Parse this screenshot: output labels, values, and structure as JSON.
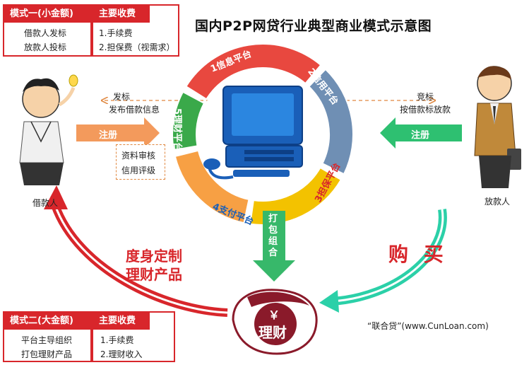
{
  "title": "国内P2P网贷行业典型商业模式示意图",
  "mode1": {
    "header": "模式一(小金额)",
    "lines": [
      "借款人发标",
      "放款人投标"
    ],
    "fee_header": "主要收费",
    "fees": [
      "1.手续费",
      "2.担保费（视需求）"
    ]
  },
  "mode2": {
    "header": "模式二(大金额)",
    "lines": [
      "平台主导组织",
      "打包理财产品"
    ],
    "fee_header": "主要收费",
    "fees": [
      "1.手续费",
      "2.理财收入"
    ]
  },
  "ring": {
    "segments": [
      {
        "label": "1信息平台",
        "color": "#e8483f"
      },
      {
        "label": "2信用平台",
        "color": "#6f8fb4"
      },
      {
        "label": "3担保平台",
        "color": "#f3c200"
      },
      {
        "label": "4支付平台",
        "color": "#f7a044"
      },
      {
        "label": "5理财平台",
        "color": "#3aa94a"
      }
    ]
  },
  "borrower": {
    "label": "借款人",
    "action_top": "发标",
    "action_bottom": "发布借款信息",
    "register": "注册",
    "review": [
      "资料审核",
      "信用评级"
    ]
  },
  "lender": {
    "label": "放款人",
    "action_top": "竞标",
    "action_bottom": "按借款标放款",
    "register": "注册"
  },
  "package_label": "打包组合",
  "tailored": [
    "度身定制",
    "理财产品"
  ],
  "buy": "购 买",
  "wealth_seal": [
    "￥",
    "理财"
  ],
  "credit": "“联合贷”(www.CunLoan.com)",
  "colors": {
    "red": "#d8262b",
    "orange_arrow": "#f39a5c",
    "green_arrow": "#2ec071",
    "teal_arrow": "#2bd0a8"
  }
}
